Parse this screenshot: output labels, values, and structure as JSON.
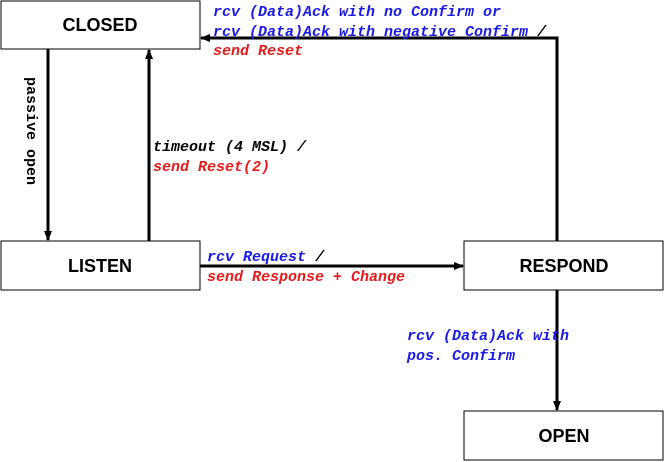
{
  "colors": {
    "event_text": "#1a1ae6",
    "action_text": "#e61a1a",
    "plain_text": "#000000",
    "box_border": "#000000",
    "edge": "#000000"
  },
  "states": {
    "closed": "CLOSED",
    "listen": "LISTEN",
    "respond": "RESPOND",
    "open": "OPEN"
  },
  "transitions": {
    "closed_to_listen": {
      "label": "passive open"
    },
    "listen_to_closed": {
      "event_line1": "timeout (4 MSL) /",
      "action_line1": "send Reset(2)"
    },
    "listen_to_respond": {
      "event_word1": "rcv",
      "event_word2": "Request",
      "event_separator": "/",
      "action_line1": "send Response + Change"
    },
    "respond_to_closed": {
      "event_line1": "rcv (Data)Ack with no Confirm or",
      "event_line2": "rcv (Data)Ack with negative Confirm",
      "separator": "/",
      "action_line1": "send Reset"
    },
    "respond_to_open": {
      "event_line1": "rcv (Data)Ack with",
      "event_line2": "pos. Confirm"
    }
  }
}
